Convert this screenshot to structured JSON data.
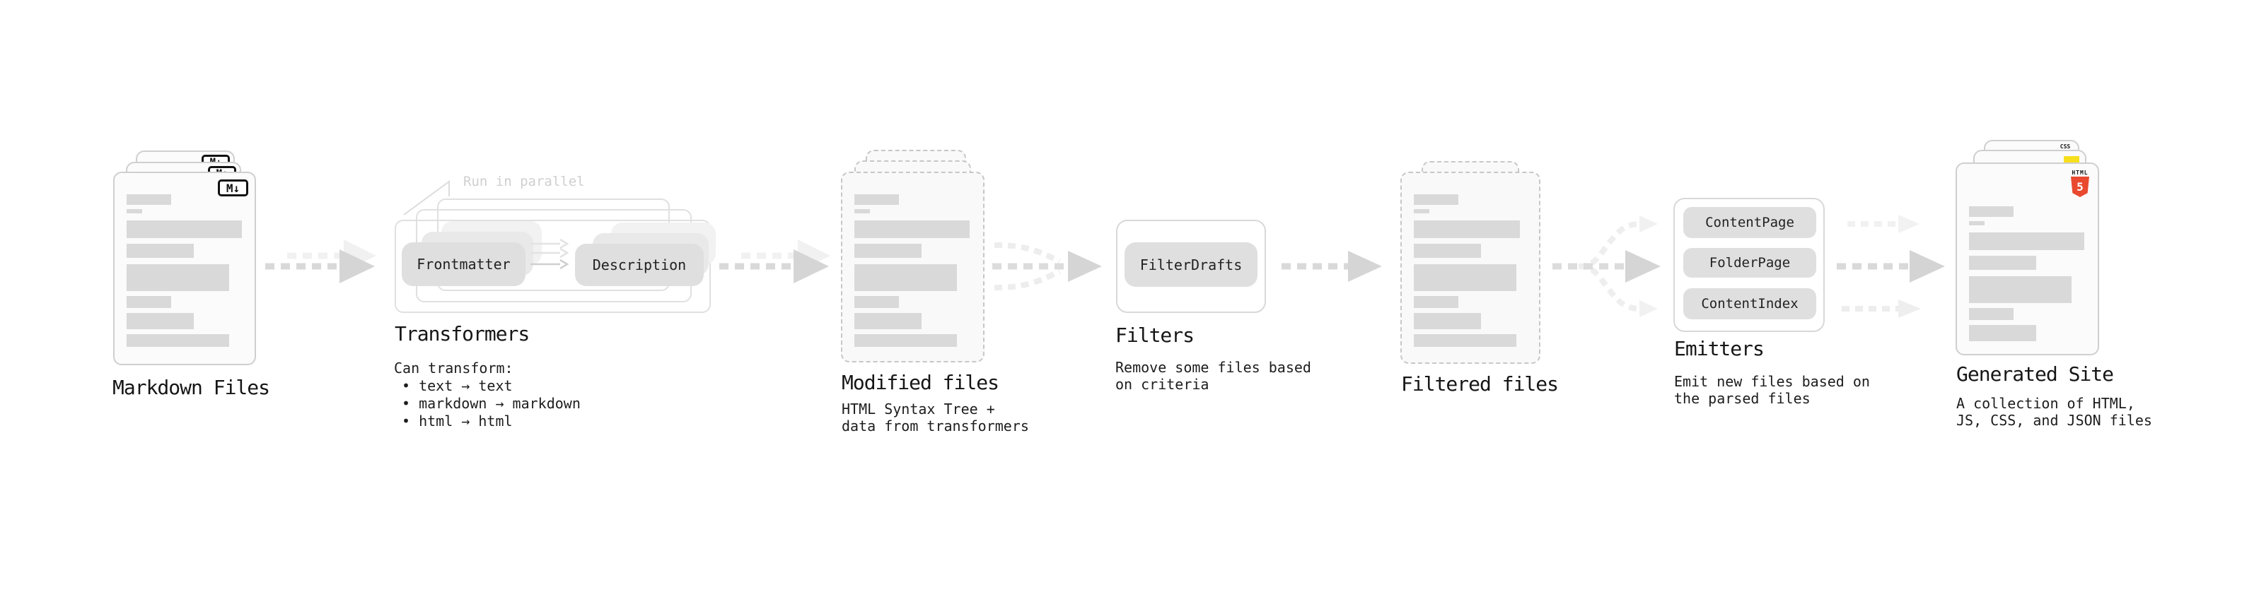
{
  "sections": {
    "markdown_files": {
      "label": "Markdown Files",
      "file_icon_text": "M↓"
    },
    "transformers": {
      "label": "Transformers",
      "annotation": "Run in parallel",
      "pills": [
        "Frontmatter",
        "Description"
      ],
      "description_title": "Can transform:",
      "bullets": [
        "• text → text",
        "• markdown → markdown",
        "• html → html"
      ]
    },
    "modified_files": {
      "label": "Modified files",
      "description": "HTML Syntax Tree +\ndata from transformers"
    },
    "filters": {
      "label": "Filters",
      "pills": [
        "FilterDrafts"
      ],
      "description": "Remove some files based\non criteria"
    },
    "filtered_files": {
      "label": "Filtered files"
    },
    "emitters": {
      "label": "Emitters",
      "pills": [
        "ContentPage",
        "FolderPage",
        "ContentIndex"
      ],
      "description": "Emit new files based on\nthe parsed files"
    },
    "generated_site": {
      "label": "Generated Site",
      "description": "A collection of HTML,\nJS, CSS, and JSON files",
      "badges": {
        "html_word": "HTML",
        "html_number": "5",
        "css": "CSS"
      }
    }
  },
  "colors": {
    "background": "#ffffff",
    "card_border": "#cfcfcf",
    "dashed_border": "#c7c7c7",
    "skeleton_bar": "#d9d9d9",
    "pill_bg": "#dfdfdf",
    "arrow": "#d9d9d9",
    "arrow_light": "#efefef",
    "annotation_text": "#cfcfcf",
    "text": "#1a1a1a",
    "html5_orange": "#e8492f",
    "js_yellow": "#f7df1e",
    "css_blue": "#2f6df6"
  }
}
